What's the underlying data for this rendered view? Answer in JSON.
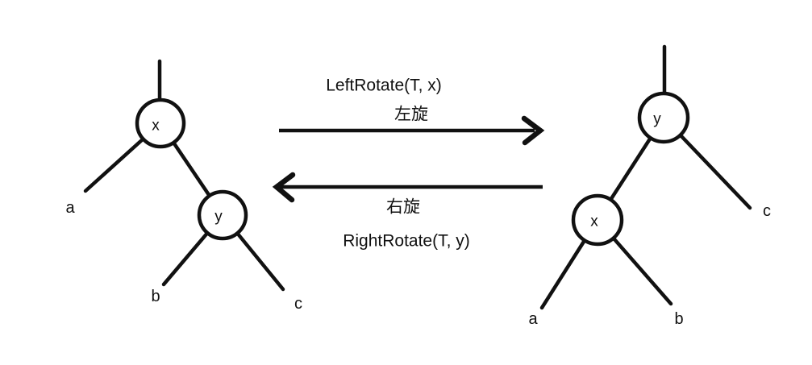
{
  "diagram": {
    "colors": {
      "stroke": "#111111",
      "background": "#ffffff",
      "node_fill": "#ffffff"
    },
    "left_tree": {
      "root_label": "x",
      "right_child_label": "y",
      "root_left_leaf": "a",
      "child_left_leaf": "b",
      "child_right_leaf": "c"
    },
    "right_tree": {
      "root_label": "y",
      "left_child_label": "x",
      "child_left_leaf": "a",
      "child_right_leaf": "b",
      "root_right_leaf": "c"
    },
    "transition": {
      "forward_label_en": "LeftRotate(T, x)",
      "forward_label_zh": "左旋",
      "backward_label_zh": "右旋",
      "backward_label_en": "RightRotate(T, y)"
    }
  }
}
